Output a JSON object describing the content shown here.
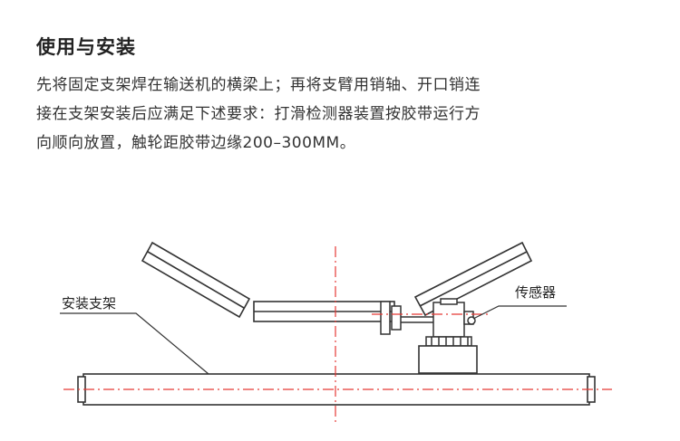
{
  "section": {
    "title": "使用与安装",
    "paragraph_lines": [
      "先将固定支架焊在输送机的横梁上；再将支臂用销轴、开口销连",
      "接在支架安装后应满足下述要求：打滑检测器装置按胶带运行方",
      "向顺向放置，触轮距胶带边缘200–300MM。"
    ]
  },
  "diagram": {
    "labels": {
      "mount_bracket": "安装支架",
      "sensor": "传感器"
    },
    "colors": {
      "line": "#333333",
      "centerline": "#e53935"
    }
  }
}
